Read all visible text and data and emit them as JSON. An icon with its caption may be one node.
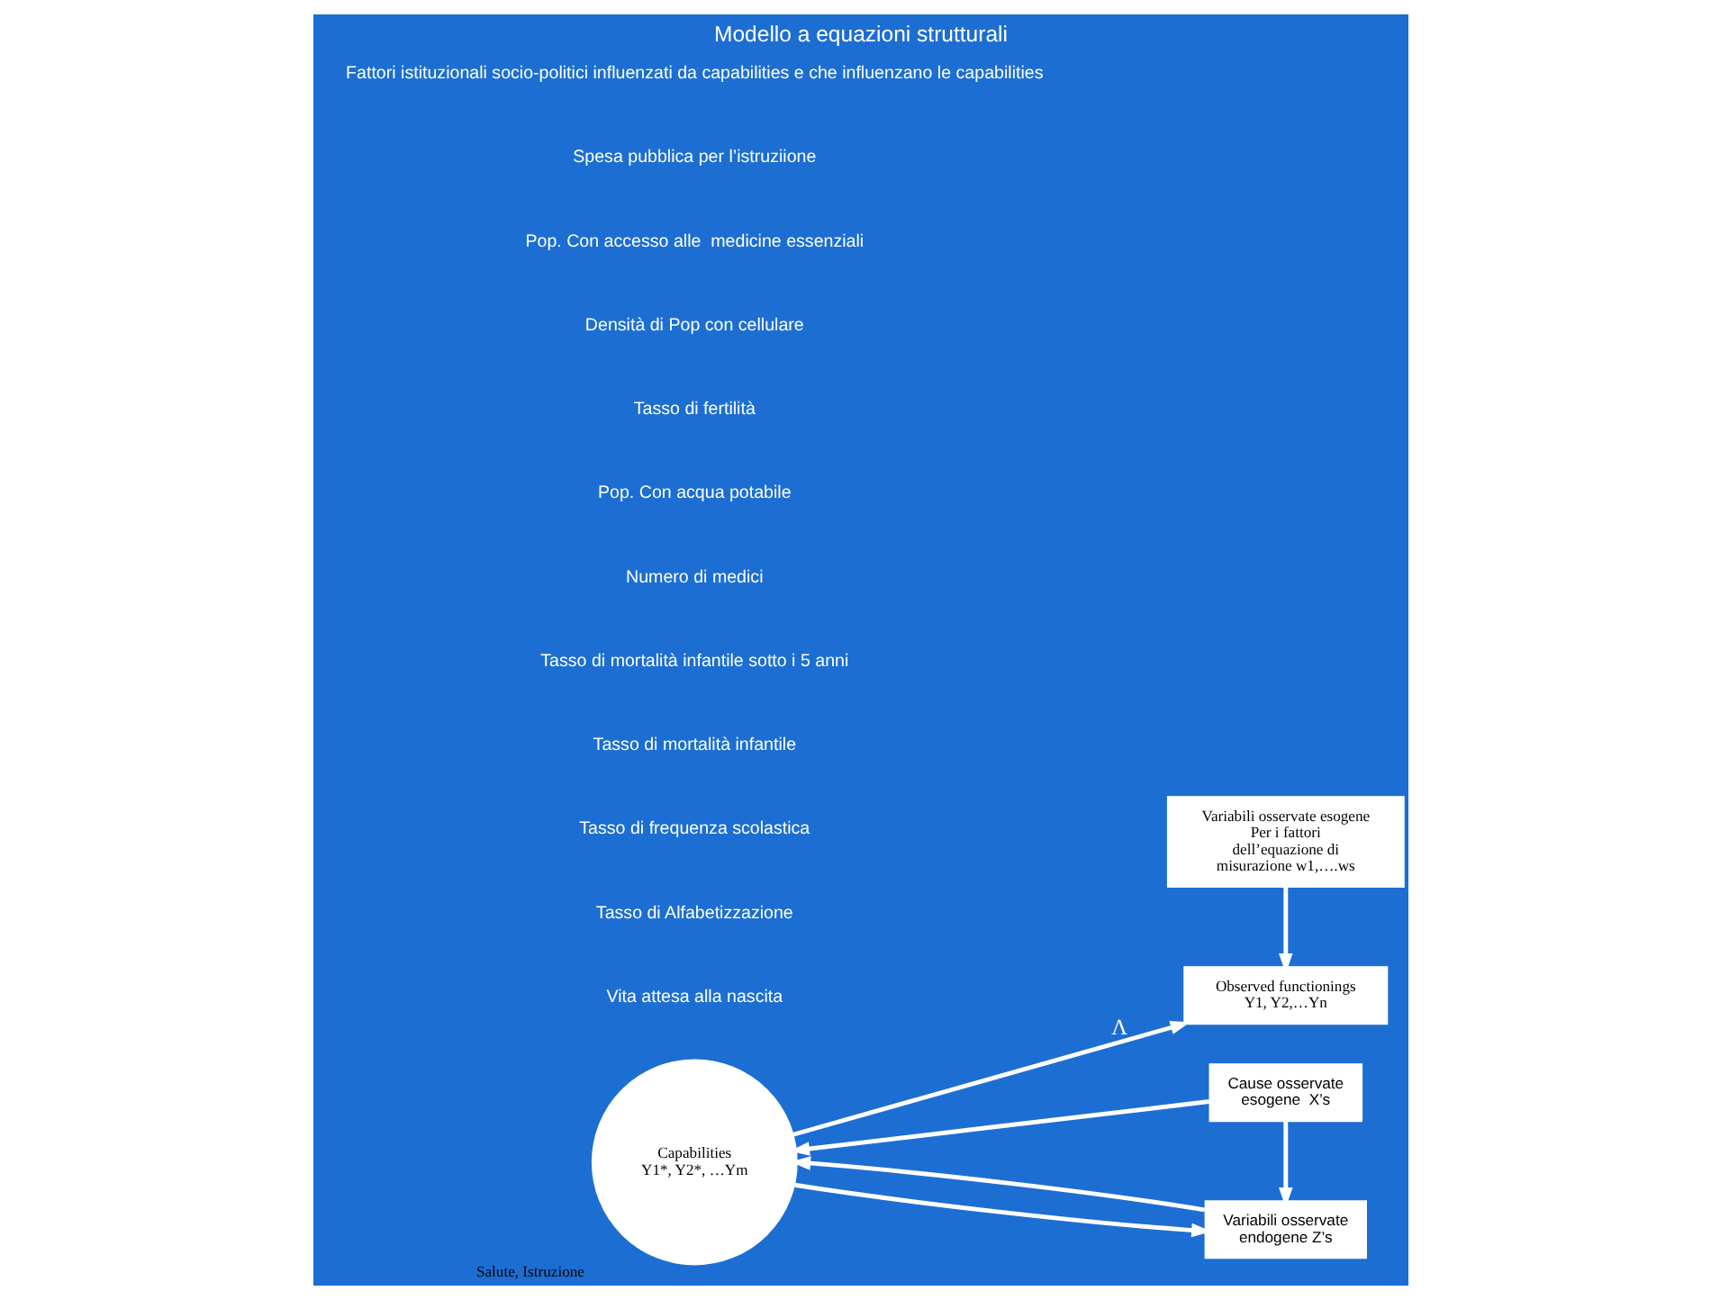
{
  "diagram": {
    "title": "Modello a equazioni strutturali",
    "nodes": [
      {
        "text": [
          "Observed functionings",
          "Y1, Y2,…Yn"
        ]
      },
      {
        "text": [
          "Capabilities Y1*, Y2*, …Ym"
        ],
        "beside": [
          "Salute, Istruzione"
        ]
      },
      {
        "text": [
          "Cause osservate esogene  X’s"
        ]
      },
      {
        "text": [
          "Variabili osservate esogene Per  i fattori dell’equazione di misurazione w1,….ws"
        ]
      },
      {
        "text": [
          "Variabili osservate endogene Z’s"
        ]
      }
    ],
    "edges": [
      {
        "from": 1,
        "to": 0,
        "arrow": "to",
        "label": "Λ"
      },
      {
        "from": 2,
        "to": 1,
        "arrow": "to"
      },
      {
        "from": 2,
        "to": 4,
        "arrow": "to"
      },
      {
        "from": 4,
        "to": 1,
        "arrow": "to"
      },
      {
        "from": 1,
        "to": 4,
        "arrow": "to"
      },
      {
        "from": 3,
        "to": 0,
        "arrow": "to"
      }
    ],
    "labels": [
      "Vita attesa alla nascita",
      "Tasso di Alfabetizzazione",
      "Tasso di frequenza scolastica",
      "Tasso di mortalità infantile",
      "Tasso di mortalità infantile sotto i 5 anni",
      "Numero di medici",
      "Pop. Con acqua potabile",
      "Tasso di fertilità",
      "Densità di Pop con cellulare",
      "Pop. Con accesso alle  medicine essenziali",
      "Spesa pubblica per l’istruziione",
      "Fattori istituzionali socio-politici influenzati da capabilities e che influenzano le capabilities"
    ]
  }
}
